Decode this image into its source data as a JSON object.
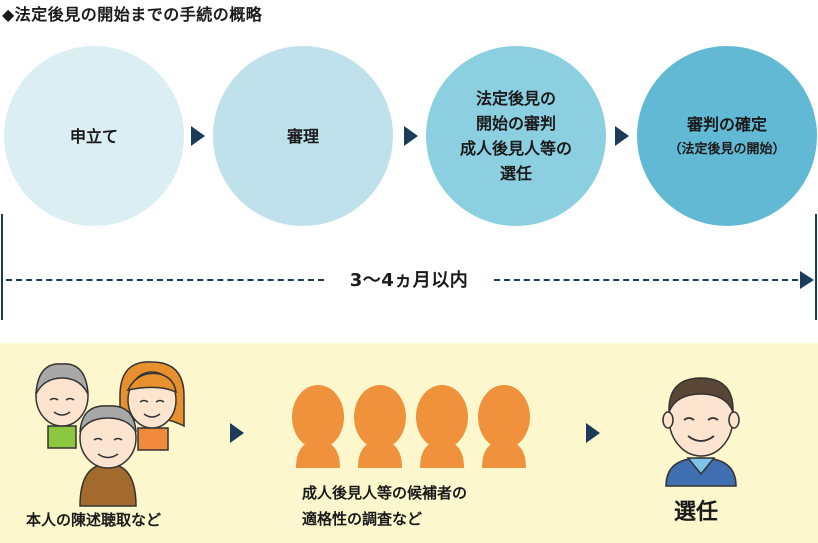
{
  "title": "◆法定後見の開始までの手続の概略",
  "steps": [
    {
      "label": "申立て",
      "sub": "",
      "color": "#daeef4"
    },
    {
      "label": "審理",
      "sub": "",
      "color": "#bee1ec"
    },
    {
      "label": "法定後見の\n開始の審判\n成人後見人等の\n選任",
      "sub": "",
      "color": "#8ccfe1"
    },
    {
      "label": "審判の確定",
      "sub": "（法定後見の開始）",
      "color": "#62b9d4"
    }
  ],
  "period_label": "3〜4ヵ月以内",
  "bottom": {
    "left_label": "本人の陳述聴取など",
    "middle_label": "成人後見人等の候補者の\n適格性の調査など",
    "right_label": "選任"
  },
  "colors": {
    "arrow": "#1c3a5a",
    "panel": "#fdf7cd",
    "silhouette": "#f0923c"
  }
}
